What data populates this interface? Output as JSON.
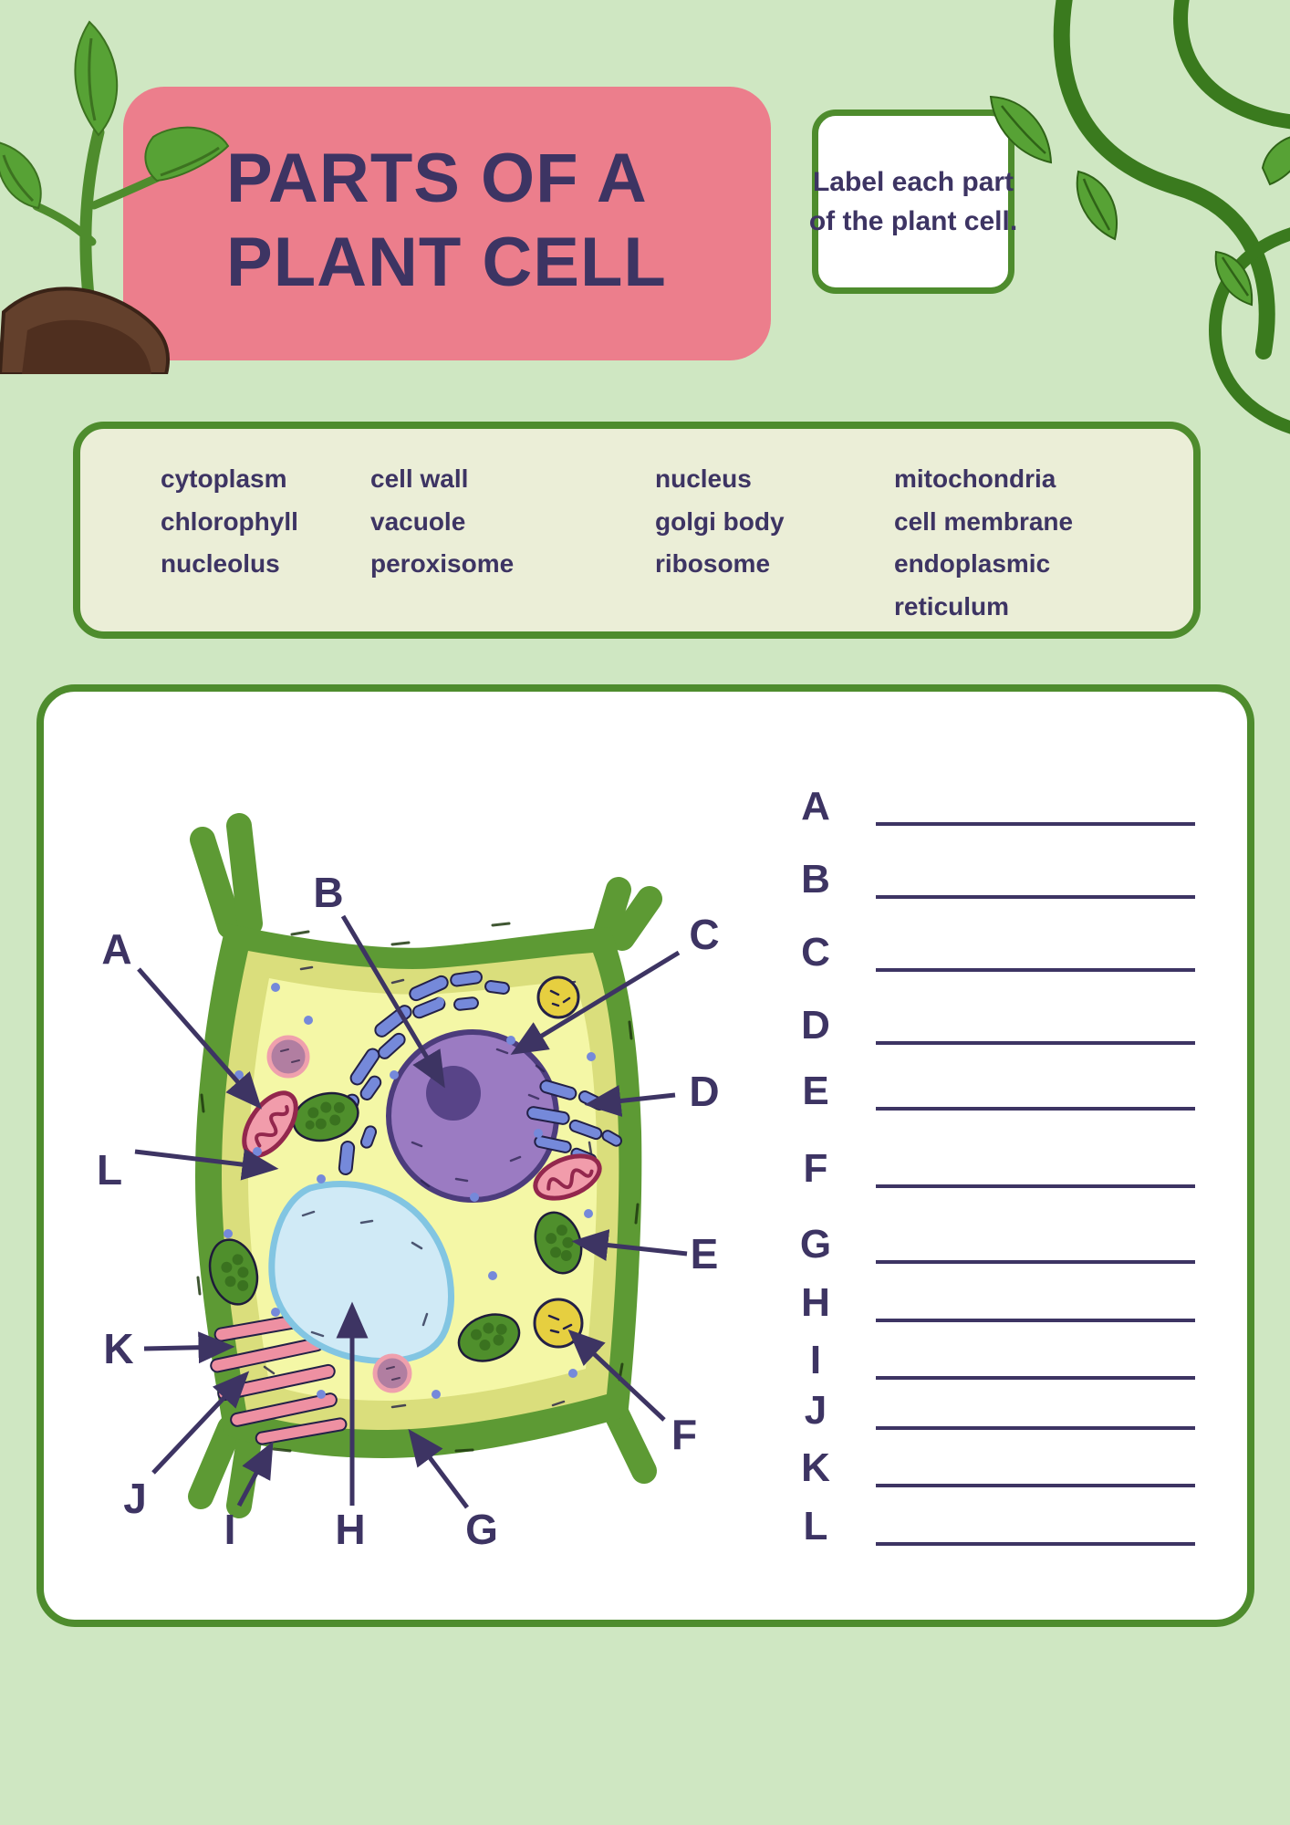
{
  "header": {
    "title_line1": "PARTS OF A",
    "title_line2": "PLANT CELL"
  },
  "instruction": {
    "line1": "Label each part",
    "line2": "of the plant cell."
  },
  "word_bank": {
    "columns": [
      [
        "cytoplasm",
        "chlorophyll",
        "nucleolus"
      ],
      [
        "cell wall",
        "vacuole",
        "peroxisome"
      ],
      [
        "nucleus",
        "golgi body",
        "ribosome"
      ],
      [
        "mitochondria",
        "cell membrane",
        "endoplasmic reticulum"
      ]
    ]
  },
  "labels": {
    "letters": [
      "A",
      "B",
      "C",
      "D",
      "E",
      "F",
      "G",
      "H",
      "I",
      "J",
      "K",
      "L"
    ]
  },
  "colors": {
    "page_bg": "#cfe7c2",
    "header_pink": "#ec7e8c",
    "accent_green": "#4e8c2d",
    "text_purple": "#3d3463",
    "word_bank_bg": "#ebeed7",
    "cell_wall_green": "#5d9a34",
    "inner_band": "#dade7c",
    "cytoplasm_yellow": "#f4f7a6",
    "nucleus_purple": "#9b7bc2",
    "nucleolus_purple": "#584488",
    "er_blue": "#7589da",
    "vacuole_blue": "#d0eaf6",
    "chloroplast_green": "#4f8f2c",
    "mitochondria_pink": "#f19cab",
    "peroxisome_yellow": "#e6cf40"
  }
}
